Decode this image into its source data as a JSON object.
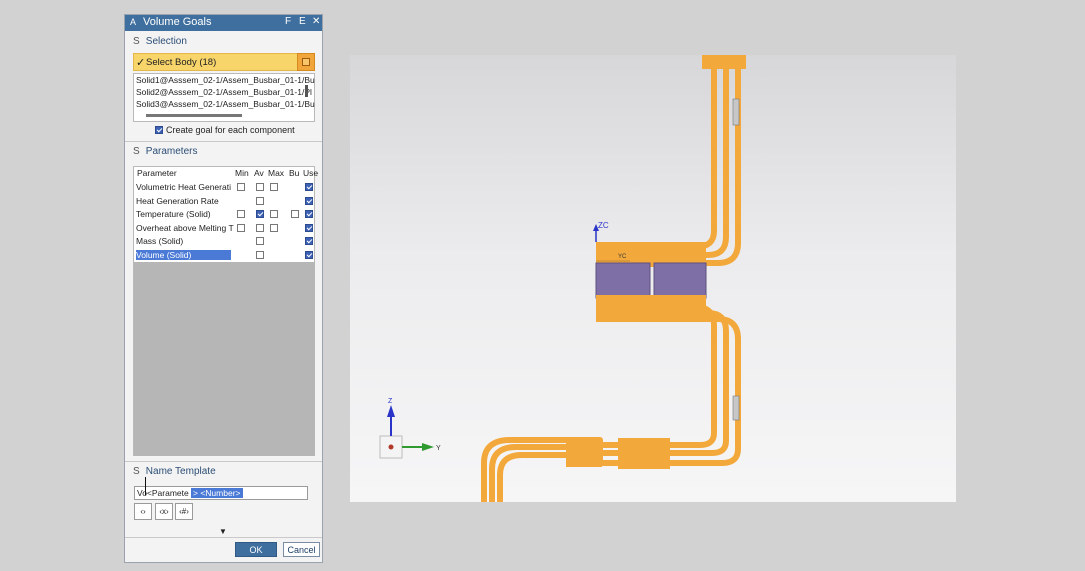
{
  "dialog": {
    "title": "Volume Goals",
    "title_icon": "A",
    "title_btn_f": "F",
    "title_btn_e": "E",
    "close_glyph": "✕",
    "section_icon": "S"
  },
  "selection": {
    "heading": "Selection",
    "check_glyph": "✓",
    "select_body_label": "Select Body (18)",
    "bodies": [
      "Solid1@Asssem_02-1/Assem_Busbar_01-1/Bu",
      "Solid2@Asssem_02-1/Assem_Busbar_01-1/Pl",
      "Solid3@Asssem_02-1/Assem_Busbar_01-1/Bu"
    ],
    "create_goal_label": "Create goal for each component",
    "create_goal_checked": true
  },
  "parameters": {
    "heading": "Parameters",
    "columns": [
      "Parameter",
      "Min",
      "Av",
      "Max",
      "Bu",
      "Use"
    ],
    "rows": [
      {
        "name": "Volumetric Heat Generati",
        "min": false,
        "av": false,
        "max": false,
        "bu": null,
        "use": true,
        "selected": false
      },
      {
        "name": "Heat Generation Rate",
        "min": null,
        "av": false,
        "max": null,
        "bu": null,
        "use": true,
        "selected": false
      },
      {
        "name": "Temperature (Solid)",
        "min": false,
        "av": true,
        "max": false,
        "bu": false,
        "use": true,
        "selected": false
      },
      {
        "name": "Overheat above Melting T",
        "min": false,
        "av": false,
        "max": false,
        "bu": null,
        "use": true,
        "selected": false
      },
      {
        "name": "Mass (Solid)",
        "min": null,
        "av": false,
        "max": null,
        "bu": null,
        "use": true,
        "selected": false
      },
      {
        "name": "Volume (Solid)",
        "min": null,
        "av": false,
        "max": null,
        "bu": null,
        "use": true,
        "selected": true
      }
    ]
  },
  "name_template": {
    "heading": "Name Template",
    "value_plain": "Vo<Paramete",
    "value_selected": "> <Number>",
    "buttons": [
      "‹›",
      "‹x›",
      "‹#›"
    ]
  },
  "expand_glyph": "▼",
  "actions": {
    "ok": "OK",
    "cancel": "Cancel"
  },
  "viewport": {
    "wcs_z_label": "ZC",
    "wcs_y_label": "YC",
    "triad_z_label": "Z",
    "triad_y_label": "Y",
    "busbar_color": "#f3a83c",
    "block_color": "#7e6fa6"
  }
}
